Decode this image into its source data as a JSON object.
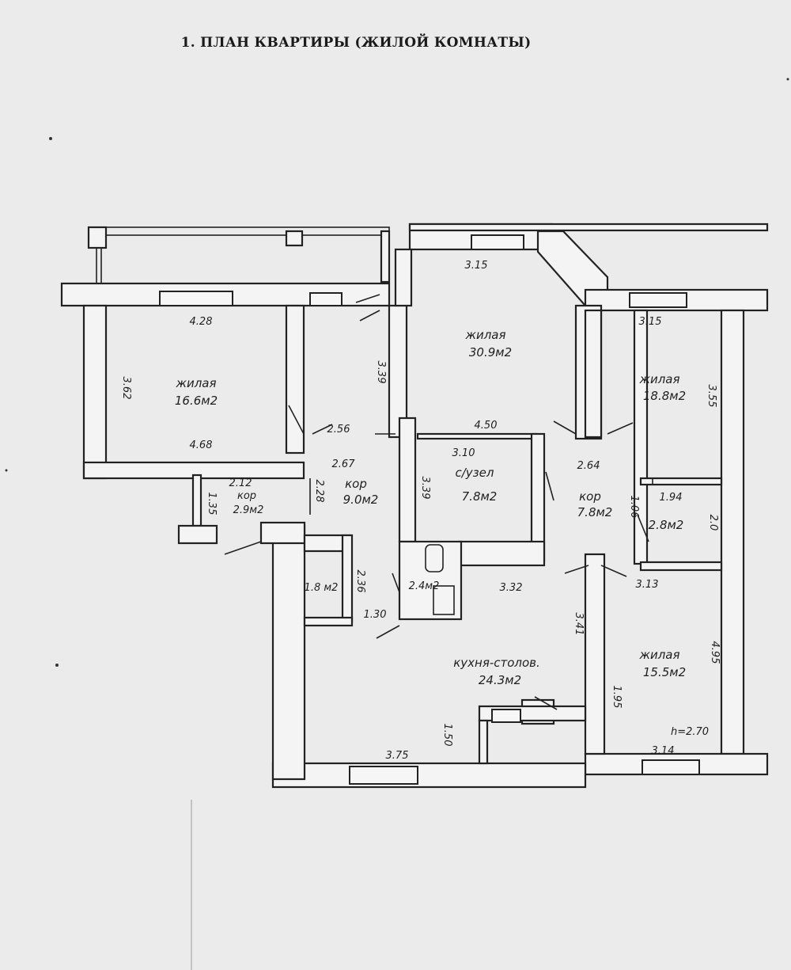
{
  "title": "1. ПЛАН КВАРТИРЫ (ЖИЛОЙ КОМНАТЫ)",
  "rooms": {
    "zhilaya1": {
      "name": "жилая",
      "area": "16.6м2"
    },
    "zhilaya2": {
      "name": "жилая",
      "area": "30.9м2"
    },
    "zhilaya3": {
      "name": "жилая",
      "area": "18.8м2"
    },
    "zhilaya4": {
      "name": "жилая",
      "area": "15.5м2"
    },
    "kor1": {
      "name": "кор",
      "area": "9.0м2"
    },
    "kor2": {
      "name": "кор",
      "area": "2.9м2"
    },
    "kor3": {
      "name": "кор",
      "area": "7.8м2"
    },
    "su1": {
      "name": "с/узел",
      "area": "7.8м2"
    },
    "su2": {
      "area": "2.4м2"
    },
    "kladovka1": {
      "area": "1.8 м2"
    },
    "kladovka2": {
      "area": "2.8м2"
    },
    "kitchen": {
      "name": "кухня-столов.",
      "area": "24.3м2"
    }
  },
  "dimensions": {
    "d_4_28": "4.28",
    "d_3_62": "3.62",
    "d_4_68": "4.68",
    "d_3_39": "3.39",
    "d_2_56": "2.56",
    "d_2_67": "2.67",
    "d_2_28": "2.28",
    "d_2_12": "2.12",
    "d_1_35": "1.35",
    "d_3_15a": "3.15",
    "d_4_50": "4.50",
    "d_3_10": "3.10",
    "d_3_39b": "3.39",
    "d_3_15b": "3.15",
    "d_3_55": "3.55",
    "d_2_64": "2.64",
    "d_1_06": "1.06",
    "d_1_94": "1.94",
    "d_2_0": "2.0",
    "d_3_13": "3.13",
    "d_2_36": "2.36",
    "d_1_30": "1.30",
    "d_3_32": "3.32",
    "d_3_41": "3.41",
    "d_4_95": "4.95",
    "d_1_95": "1.95",
    "d_1_50": "1.50",
    "d_3_75": "3.75",
    "d_3_14": "3.14",
    "h": "h=2.70"
  }
}
